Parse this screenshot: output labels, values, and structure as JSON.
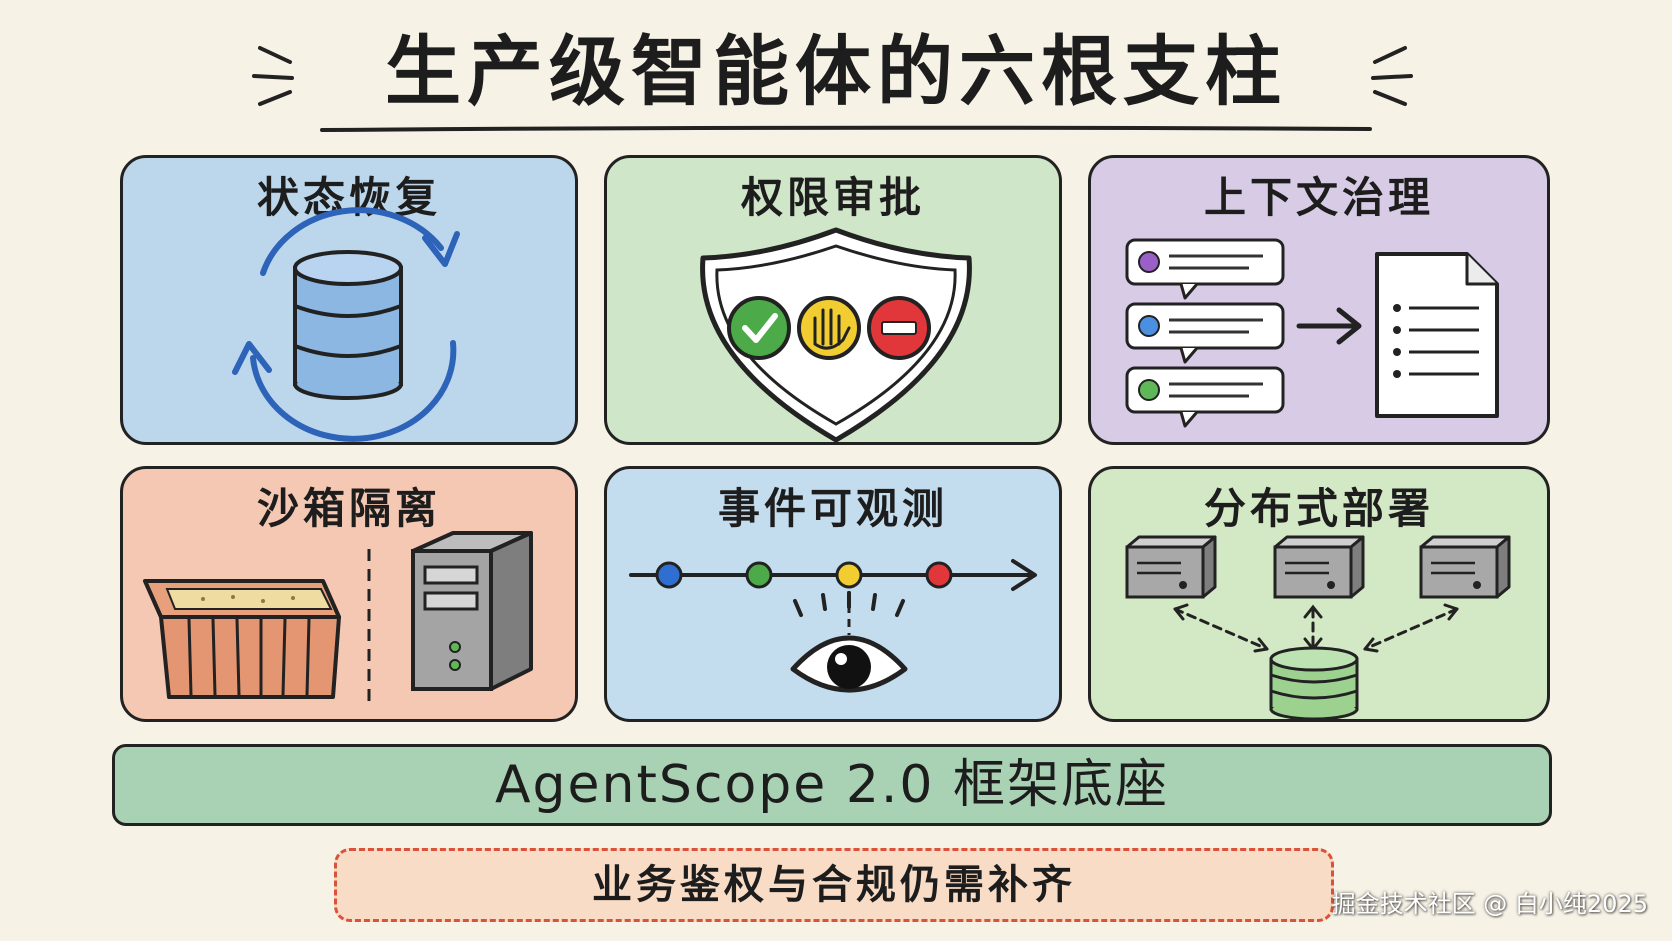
{
  "title": "生产级智能体的六根支柱",
  "panels": [
    {
      "title": "状态恢复",
      "color": "#bcd6ec"
    },
    {
      "title": "权限审批",
      "color": "#cfe6c8"
    },
    {
      "title": "上下文治理",
      "color": "#d8cbe6"
    },
    {
      "title": "沙箱隔离",
      "color": "#f4c8b2"
    },
    {
      "title": "事件可观测",
      "color": "#c3dcee"
    },
    {
      "title": "分布式部署",
      "color": "#d3e8c5"
    }
  ],
  "base": {
    "label": "AgentScope 2.0 框架底座",
    "color": "#a9d2b4"
  },
  "note": {
    "label": "业务鉴权与合规仍需补齐"
  },
  "watermark": "掘金技术社区 @ 白小纯2025",
  "icons": {
    "restore": [
      "database-icon",
      "cycle-arrows-icon"
    ],
    "approval": [
      "shield-icon",
      "check-icon",
      "hand-stop-icon",
      "minus-icon"
    ],
    "context": [
      "chat-bubble-icon",
      "arrow-right-icon",
      "document-icon"
    ],
    "sandbox": [
      "sandbox-box-icon",
      "server-tower-icon"
    ],
    "observe": [
      "timeline-icon",
      "eye-icon"
    ],
    "distributed": [
      "server-icon",
      "database-icon"
    ]
  },
  "colors": {
    "timeline_dots": [
      "#2f6fd1",
      "#4cab48",
      "#f2cd32",
      "#e2373a"
    ],
    "bubble_dots": [
      "#9b5fc8",
      "#4a8fe0",
      "#5fb857"
    ]
  }
}
